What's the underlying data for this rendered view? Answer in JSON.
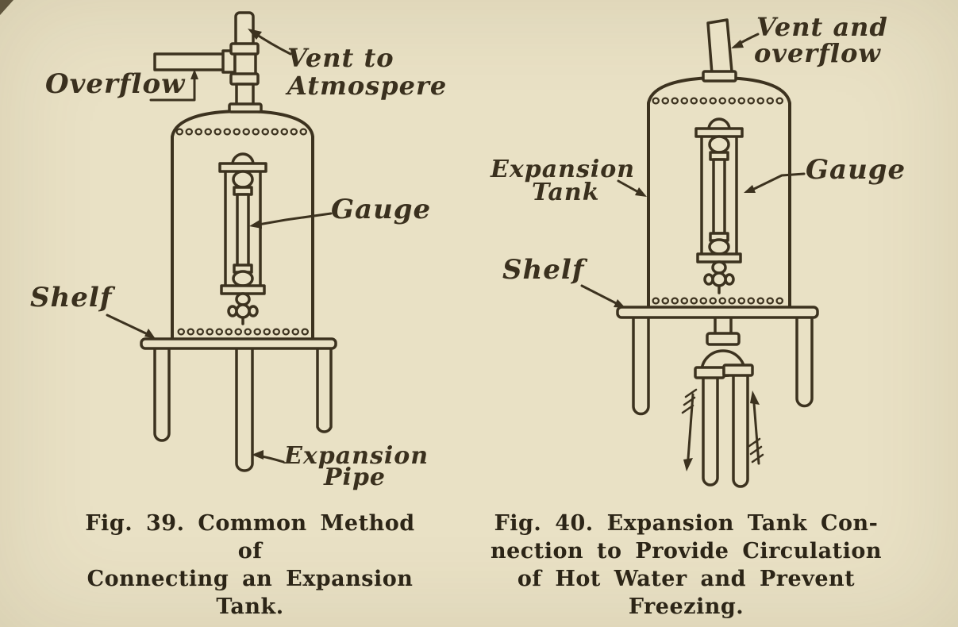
{
  "page": {
    "paper_color": "#e9e1c5",
    "ink_color": "#3c321f",
    "caption_color": "#2c2517"
  },
  "fig39": {
    "labels": {
      "overflow": "Overflow",
      "vent_line1": "Vent to",
      "vent_line2": "Atmospere",
      "gauge": "Gauge",
      "shelf": "Shelf",
      "pipe_line1": "Expansion",
      "pipe_line2": "Pipe"
    },
    "caption": [
      "Fig. 39. Common Method of",
      "Connecting an Expansion",
      "Tank."
    ]
  },
  "fig40": {
    "labels": {
      "vent_line1": "Vent and",
      "vent_line2": "overflow",
      "tank_line1": "Expansion",
      "tank_line2": "Tank",
      "gauge": "Gauge",
      "shelf": "Shelf"
    },
    "flow_arrows": {
      "left_pipe": "down",
      "right_pipe": "up"
    },
    "caption": [
      "Fig. 40. Expansion Tank Con-",
      "nection to Provide Circulation",
      "of Hot Water and Prevent",
      "Freezing."
    ]
  }
}
